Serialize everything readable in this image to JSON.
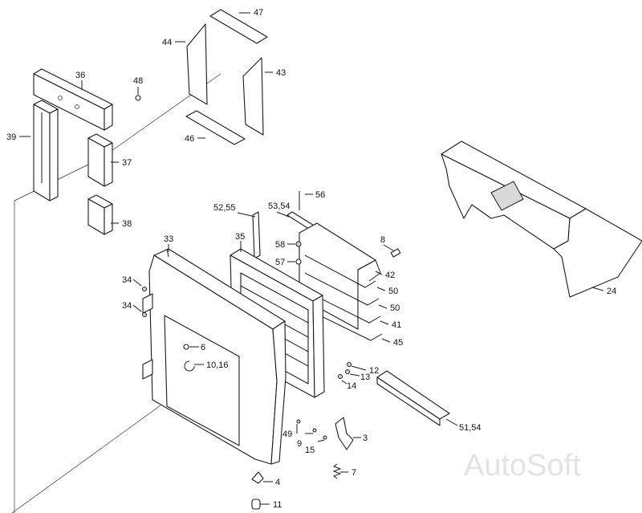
{
  "watermark": "AutoSoft",
  "callouts": {
    "c47": "47",
    "c44": "44",
    "c43": "43",
    "c46": "46",
    "c36": "36",
    "c48": "48",
    "c39": "39",
    "c37": "37",
    "c38": "38",
    "c56": "56",
    "c52_55": "52,55",
    "c53_54": "53,54",
    "c33": "33",
    "c35": "35",
    "c58": "58",
    "c8": "8",
    "c57": "57",
    "c42": "42",
    "c50a": "50",
    "c50b": "50",
    "c41": "41",
    "c45": "45",
    "c24": "24",
    "c34a": "34",
    "c34b": "34",
    "c6": "6",
    "c10_16": "10,16",
    "c12": "12",
    "c13": "13",
    "c14": "14",
    "c51_54": "51,54",
    "c49": "49",
    "c9": "9",
    "c15": "15",
    "c3": "3",
    "c7": "7",
    "c4": "4",
    "c11": "11"
  }
}
